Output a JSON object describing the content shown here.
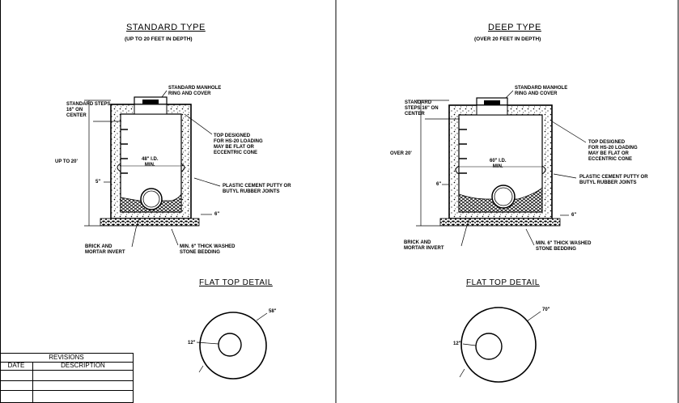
{
  "standard": {
    "title": "STANDARD TYPE",
    "subtitle": "(UP TO 20 FEET IN DEPTH)",
    "manhole_label": "STANDARD MANHOLE\nRING AND COVER",
    "steps_label": "STANDARD STEPS\n16\" ON\nCENTER",
    "top_label": "TOP DESIGNED\nFOR HS-20 LOADING\nMAY BE FLAT OR\nECCENTRIC CONE",
    "depth_label": "UP TO 20'",
    "id_label": "48\" I.D.\nMIN.",
    "wall_label": "5\"",
    "joint_label": "PLASTIC CEMENT PUTTY OR\nBUTYL RUBBER JOINTS",
    "bed_thickness": "6\"",
    "invert_label": "BRICK AND\nMORTAR INVERT",
    "bedding_label": "MIN. 6\" THICK WASHED\nSTONE BEDDING",
    "flat_top_title": "FLAT TOP DETAIL",
    "flat_top_diameter": "58\"",
    "flat_top_opening": "12\""
  },
  "deep": {
    "title": "DEEP TYPE",
    "subtitle": "(OVER 20 FEET IN DEPTH)",
    "manhole_label": "STANDARD MANHOLE\nRING AND COVER",
    "steps_label": "STANDARD\nSTEPS 16\" ON\nCENTER",
    "top_label": "TOP DESIGNED\nFOR HS-20 LOADING\nMAY BE FLAT OR\nECCENTRIC CONE",
    "depth_label": "OVER 20'",
    "id_label": "60\" I.D.\nMIN.",
    "wall_label": "6\"",
    "joint_label": "PLASTIC CEMENT PUTTY OR\nBUTYL RUBBER JOINTS",
    "bed_thickness": "6\"",
    "invert_label": "BRICK AND\nMORTAR INVERT",
    "bedding_label": "MIN. 6\" THICK WASHED\nSTONE BEDDING",
    "flat_top_title": "FLAT TOP DETAIL",
    "flat_top_diameter": "70\"",
    "flat_top_opening": "12\""
  },
  "revisions": {
    "title": "REVISIONS",
    "col_date": "DATE",
    "col_description": "DESCRIPTION"
  }
}
